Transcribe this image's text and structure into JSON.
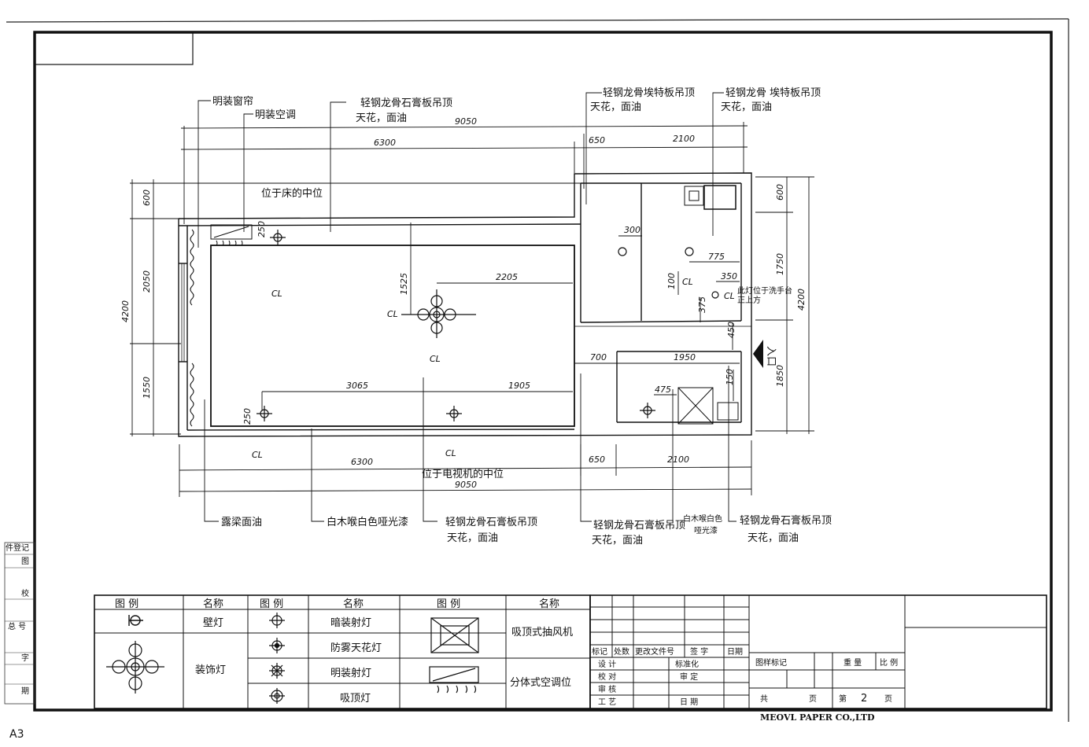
{
  "sheet": {
    "size_label": "A3",
    "company": "MEOVL PAPER CO.,LTD"
  },
  "left_strip": [
    "件登记",
    "图",
    "校",
    "总 号",
    "字",
    "期"
  ],
  "callouts": {
    "curtain": "明装窗帘",
    "ac_exposed": "明装空调",
    "ceiling_top_1a": "轻钢龙骨石膏板吊顶",
    "ceiling_top_1b": "天花，面油",
    "ceiling_top_2a": "轻钢龙骨埃特板吊顶",
    "ceiling_top_2b": "天花，面油",
    "ceiling_top_3a": "轻钢龙骨 埃特板吊顶",
    "ceiling_top_3b": "天花，面油",
    "bed_center": "位于床的中位",
    "tv_center": "位于电视机的中位",
    "mirror_center_a": "此灯位于洗手台",
    "mirror_center_b": "正上方",
    "entrance": "入口",
    "beam": "露梁面油",
    "white_paint": "白木喉白色哑光漆",
    "ceiling_bot_1a": "轻钢龙骨石膏板吊顶",
    "ceiling_bot_1b": "天花，面油",
    "ceiling_bot_2a": "轻钢龙骨石膏板吊顶",
    "ceiling_bot_2b": "天花，面油",
    "white_paint_2a": "白木喉白色",
    "white_paint_2b": "哑光漆",
    "ceiling_bot_3a": "轻钢龙骨石膏板吊顶",
    "ceiling_bot_3b": "天花，面油"
  },
  "dims": {
    "top_total": "9050",
    "top_left": "6300",
    "top_mid": "650",
    "top_right": "2100",
    "left_600": "600",
    "left_2050": "2050",
    "left_1550": "1550",
    "left_total": "4200",
    "right_600": "600",
    "right_1750": "1750",
    "right_1850": "1850",
    "right_total": "4200",
    "d250a": "250",
    "d250b": "250",
    "d1525": "1525",
    "d2205": "2205",
    "d3065": "3065",
    "d1905": "1905",
    "d300": "300",
    "d775": "775",
    "d350": "350",
    "d100": "100",
    "d375": "375",
    "d450": "450",
    "d700": "700",
    "d1950": "1950",
    "d475": "475",
    "d150": "150",
    "bot_left": "6300",
    "bot_mid": "650",
    "bot_right": "2100",
    "bot_total": "9050",
    "cl": "CL"
  },
  "legend": {
    "headers": [
      "图 例",
      "名称",
      "图 例",
      "名称",
      "图 例",
      "名称"
    ],
    "wall_lamp": "壁灯",
    "decor_lamp": "装饰灯",
    "recessed_spot": "暗装射灯",
    "fog_ceiling": "防雾天花灯",
    "surface_spot": "明装射灯",
    "ceiling_lamp": "吸顶灯",
    "exhaust_fan": "吸顶式抽风机",
    "split_ac": "分体式空调位"
  },
  "title_block": {
    "rev_headers": [
      "标记",
      "处数",
      "更改文件号",
      "签 字",
      "日期"
    ],
    "design": "设 计",
    "standard": "标准化",
    "check": "校 对",
    "review": "审 定",
    "audit": "审 核",
    "craft": "工 艺",
    "date": "日 期",
    "mark": "图样标记",
    "weight": "重 量",
    "scale": "比 例",
    "total_a": "共",
    "page_a": "页",
    "nth": "第",
    "page_no": "2",
    "page_b": "页"
  }
}
